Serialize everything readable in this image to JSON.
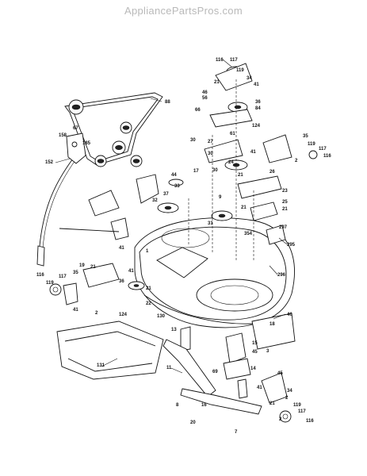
{
  "header": {
    "site_title": "AppliancePartsPros.com"
  },
  "labels": [
    {
      "id": "c116",
      "text": "116"
    },
    {
      "id": "c117",
      "text": "117"
    },
    {
      "id": "c119",
      "text": "119"
    },
    {
      "id": "c34",
      "text": "34"
    },
    {
      "id": "c21a",
      "text": "21"
    },
    {
      "id": "c41a",
      "text": "41"
    },
    {
      "id": "c46",
      "text": "46"
    },
    {
      "id": "c56",
      "text": "56"
    },
    {
      "id": "c36",
      "text": "36"
    },
    {
      "id": "c84",
      "text": "84"
    },
    {
      "id": "c66",
      "text": "66"
    },
    {
      "id": "c124",
      "text": "124"
    },
    {
      "id": "c61",
      "text": "61"
    },
    {
      "id": "c88",
      "text": "88"
    },
    {
      "id": "c67",
      "text": "67"
    },
    {
      "id": "c158",
      "text": "158"
    },
    {
      "id": "c185",
      "text": "185"
    },
    {
      "id": "c152",
      "text": "152"
    },
    {
      "id": "c30a",
      "text": "30"
    },
    {
      "id": "c27",
      "text": "27"
    },
    {
      "id": "c30b",
      "text": "30"
    },
    {
      "id": "c41b",
      "text": "41"
    },
    {
      "id": "c44",
      "text": "44"
    },
    {
      "id": "c17",
      "text": "17"
    },
    {
      "id": "c30c",
      "text": "30"
    },
    {
      "id": "c24",
      "text": "24"
    },
    {
      "id": "c21b",
      "text": "21"
    },
    {
      "id": "c26",
      "text": "26"
    },
    {
      "id": "c35a",
      "text": "35"
    },
    {
      "id": "c116b",
      "text": "116"
    },
    {
      "id": "c117b",
      "text": "117"
    },
    {
      "id": "c119b",
      "text": "119"
    },
    {
      "id": "c2a",
      "text": "2"
    },
    {
      "id": "c32",
      "text": "32"
    },
    {
      "id": "c33",
      "text": "33"
    },
    {
      "id": "c37",
      "text": "37"
    },
    {
      "id": "c9",
      "text": "9"
    },
    {
      "id": "c23",
      "text": "23"
    },
    {
      "id": "c25",
      "text": "25"
    },
    {
      "id": "c21c",
      "text": "21"
    },
    {
      "id": "c21d",
      "text": "21"
    },
    {
      "id": "c31",
      "text": "31"
    },
    {
      "id": "c354",
      "text": "354"
    },
    {
      "id": "c297",
      "text": "297"
    },
    {
      "id": "c295",
      "text": "295"
    },
    {
      "id": "c296",
      "text": "296"
    },
    {
      "id": "c19",
      "text": "19"
    },
    {
      "id": "c1",
      "text": "1"
    },
    {
      "id": "c41c",
      "text": "41"
    },
    {
      "id": "c21e",
      "text": "21"
    },
    {
      "id": "c35b",
      "text": "35"
    },
    {
      "id": "c36b",
      "text": "36"
    },
    {
      "id": "c41d",
      "text": "41"
    },
    {
      "id": "c21f",
      "text": "21"
    },
    {
      "id": "c22",
      "text": "22"
    },
    {
      "id": "c124b",
      "text": "124"
    },
    {
      "id": "c130",
      "text": "130"
    },
    {
      "id": "c119c",
      "text": "119"
    },
    {
      "id": "c117c",
      "text": "117"
    },
    {
      "id": "c116c",
      "text": "116"
    },
    {
      "id": "c41e",
      "text": "41"
    },
    {
      "id": "c2b",
      "text": "2"
    },
    {
      "id": "c40",
      "text": "40"
    },
    {
      "id": "c13",
      "text": "13"
    },
    {
      "id": "c18",
      "text": "18"
    },
    {
      "id": "c15",
      "text": "15"
    },
    {
      "id": "c3",
      "text": "3"
    },
    {
      "id": "c45",
      "text": "45"
    },
    {
      "id": "c131",
      "text": "131"
    },
    {
      "id": "c11",
      "text": "11"
    },
    {
      "id": "c69",
      "text": "69"
    },
    {
      "id": "c14",
      "text": "14"
    },
    {
      "id": "c45b",
      "text": "45"
    },
    {
      "id": "c41f",
      "text": "41"
    },
    {
      "id": "c34b",
      "text": "34"
    },
    {
      "id": "c2c",
      "text": "2"
    },
    {
      "id": "c8",
      "text": "8"
    },
    {
      "id": "c16",
      "text": "16"
    },
    {
      "id": "c20",
      "text": "20"
    },
    {
      "id": "c7",
      "text": "7"
    },
    {
      "id": "c21g",
      "text": "21"
    },
    {
      "id": "c119d",
      "text": "119"
    },
    {
      "id": "c117d",
      "text": "117"
    },
    {
      "id": "c116d",
      "text": "116"
    },
    {
      "id": "c2d",
      "text": "2"
    }
  ]
}
